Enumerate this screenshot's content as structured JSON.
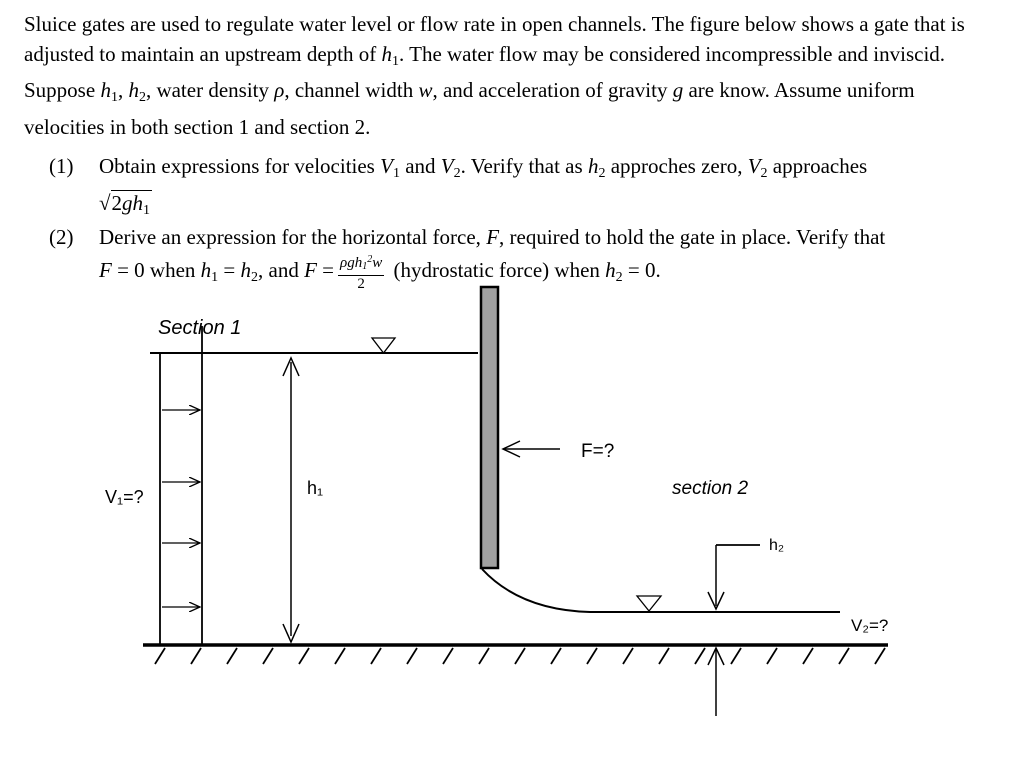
{
  "problem": {
    "intro": "Sluice gates are used to regulate water level or flow rate in open channels. The figure below shows a gate that is adjusted to maintain an upstream depth of h₁. The water flow may be considered incompressible and inviscid. Suppose h₁, h₂, water density ρ, channel width w, and acceleration of gravity g are know. Assume uniform velocities in both section 1 and section 2.",
    "q1": {
      "number": "(1)",
      "text": "Obtain expressions for velocities V₁ and V₂. Verify that as h₂ approches zero, V₂ approaches √2gh₁"
    },
    "q2": {
      "number": "(2)",
      "text": "Derive an expression for the horizontal force, F, required to hold the gate in place. Verify that F = 0 when h₁ = h₂, and F = ρgh₁²w/2 (hydrostatic force) when h₂ = 0."
    }
  },
  "diagram": {
    "section1_label": "Section 1",
    "section2_label": "section 2",
    "v1_label": "V₁=?",
    "v2_label": "V₂=?",
    "h1_label": "h₁",
    "h2_label": "h₂",
    "force_label": "F=?",
    "colors": {
      "gate": "#a0a0a0",
      "line": "#000000"
    }
  }
}
